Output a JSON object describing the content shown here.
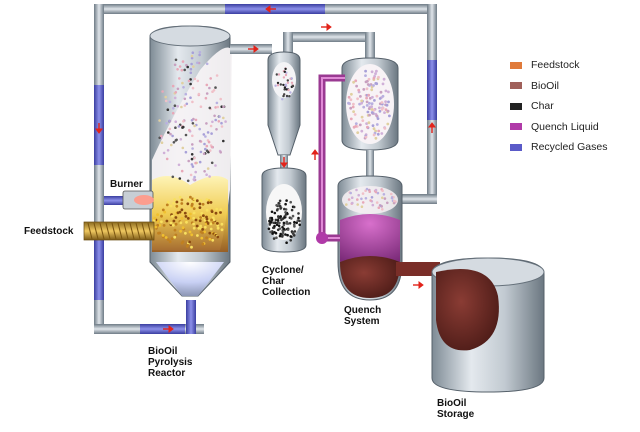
{
  "labels": {
    "feedstock": "Feedstock",
    "burner": "Burner",
    "reactor": [
      "BioOil",
      "Pyrolysis",
      "Reactor"
    ],
    "cyclone": [
      "Cyclone/",
      "Char",
      "Collection"
    ],
    "quench": [
      "Quench",
      "System"
    ],
    "storage": [
      "BioOil",
      "Storage"
    ]
  },
  "legend": [
    {
      "name": "Feedstock",
      "color": "#e07a3a"
    },
    {
      "name": "BioOil",
      "color": "#a0605a"
    },
    {
      "name": "Char",
      "color": "#222222"
    },
    {
      "name": "Quench Liquid",
      "color": "#b03aa8"
    },
    {
      "name": "Recycled Gases",
      "color": "#5a5ac8"
    }
  ]
}
